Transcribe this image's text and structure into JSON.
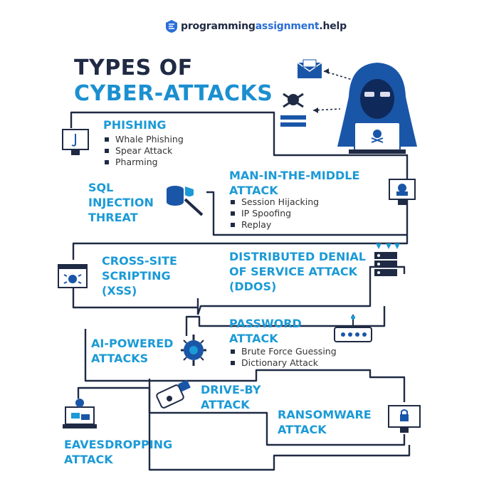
{
  "brand": {
    "part1": "programming",
    "part2": "assignment",
    "part3": ".help"
  },
  "title": {
    "line1": "TYPES OF",
    "line2": "CYBER-ATTACKS"
  },
  "attacks": {
    "phishing": {
      "title": "PHISHING",
      "items": [
        "Whale Phishing",
        "Spear Attack",
        "Pharming"
      ]
    },
    "mitm": {
      "line1": "MAN-IN-THE-MIDDLE",
      "line2": "ATTACK",
      "items": [
        "Session Hijacking",
        "IP Spoofing",
        "Replay"
      ]
    },
    "sql": {
      "line1": "SQL",
      "line2": "INJECTION",
      "line3": "THREAT"
    },
    "xss": {
      "line1": "CROSS-SITE",
      "line2": "SCRIPTING",
      "line3": "(XSS)"
    },
    "ddos": {
      "line1": "DISTRIBUTED DENIAL",
      "line2": "OF SERVICE ATTACK",
      "line3": "(DDOS)"
    },
    "password": {
      "line1": "PASSWORD",
      "line2": "ATTACK",
      "items": [
        "Brute Force Guessing",
        "Dictionary Attack"
      ]
    },
    "ai": {
      "line1": "AI-POWERED",
      "line2": "ATTACKS"
    },
    "driveby": {
      "line1": "DRIVE-BY",
      "line2": "ATTACK"
    },
    "ransomware": {
      "line1": "RANSOMWARE",
      "line2": "ATTACK"
    },
    "eavesdropping": {
      "line1": "EAVESDROPPING",
      "line2": "ATTACK"
    }
  },
  "colors": {
    "navy": "#1f2a44",
    "blue": "#1b9ad6",
    "line": "#1f2a44"
  }
}
